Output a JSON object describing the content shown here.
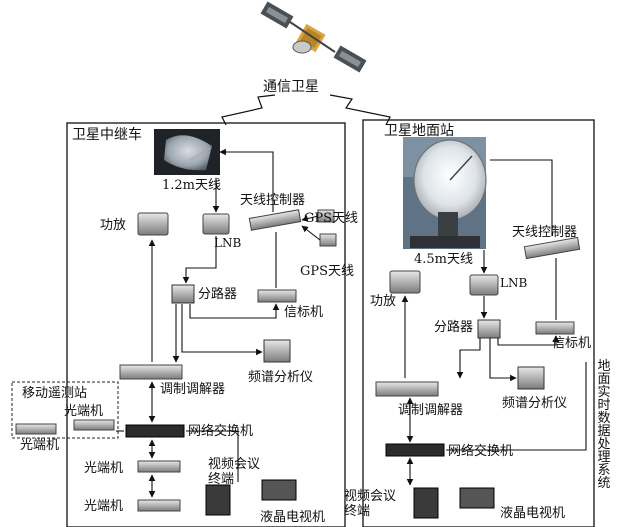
{
  "satellite": {
    "label": "通信卫星"
  },
  "relay_vehicle": {
    "title": "卫星中继车",
    "antenna": "1.2m天线",
    "amplifier": "功放",
    "lnb": "LNB",
    "antenna_controller": "天线控制器",
    "gps_antenna_1": "GPS天线",
    "gps_antenna_2": "GPS天线",
    "splitter": "分路器",
    "beacon": "信标机",
    "spectrum_analyzer": "频谱分析仪",
    "modem": "调制调解器"
  },
  "mobile_station": {
    "title": "移动遥测站",
    "optical_terminal_top": "光端机",
    "optical_terminal_left": "光端机"
  },
  "network_switch_left": "网络交换机",
  "bottom_left": {
    "optical_terminal_1": "光端机",
    "optical_terminal_2": "光端机",
    "video_conf_terminal": "视频会议终端",
    "lcd_tv": "液晶电视机"
  },
  "ground_station": {
    "title": "卫星地面站",
    "antenna": "4.5m天线",
    "antenna_controller": "天线控制器",
    "amplifier": "功放",
    "lnb": "LNB",
    "splitter": "分路器",
    "beacon": "信标机",
    "spectrum_analyzer": "频谱分析仪",
    "modem": "调制调解器",
    "network_switch": "网络交换机",
    "video_conf_terminal": "视频会议终端",
    "lcd_tv": "液晶电视机",
    "system_label": "地面实时数据处理系统"
  }
}
